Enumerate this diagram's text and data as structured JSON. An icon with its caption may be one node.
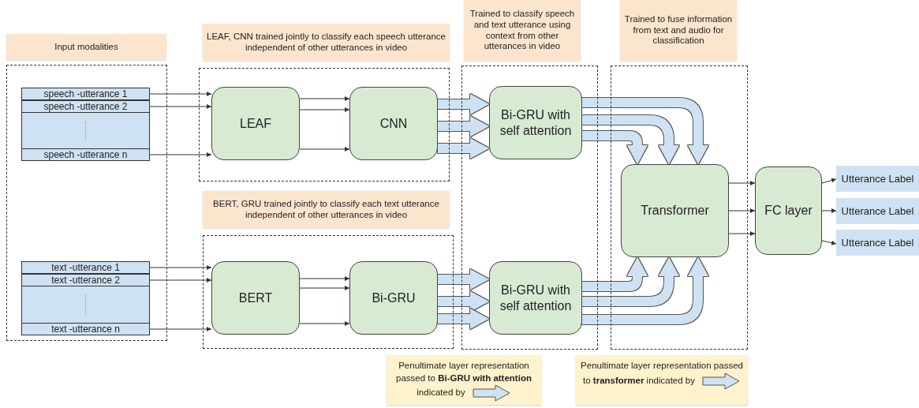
{
  "diagram": {
    "nodes": [
      {
        "text": [
          "Input modalities"
        ]
      },
      {
        "text": [],
        "shape": "box"
      },
      {
        "text": [
          "speech -utterance 1"
        ],
        "in": 1
      },
      {
        "text": [
          "speech -utterance 2"
        ],
        "in": 1
      },
      {
        "text": [],
        "shape": "box",
        "in": 1
      },
      {
        "text": [
          "speech -utterance n"
        ],
        "in": 1
      },
      {
        "text": [
          "text -utterance 1"
        ],
        "in": 1
      },
      {
        "text": [
          "text -utterance 2"
        ],
        "in": 1
      },
      {
        "text": [],
        "shape": "box",
        "in": 1
      },
      {
        "text": [
          "text -utterance n"
        ],
        "in": 1
      },
      {
        "text": [
          "LEAF, CNN trained jointly to classify each speech utterance independent of other utterances in video"
        ]
      },
      {
        "text": [],
        "shape": "box"
      },
      {
        "text": [
          "LEAF"
        ],
        "in": 11
      },
      {
        "text": [
          "CNN"
        ],
        "in": 11
      },
      {
        "text": [
          "BERT, GRU trained jointly to classify each text utterance independent of other utterances in video"
        ]
      },
      {
        "text": [],
        "shape": "box"
      },
      {
        "text": [
          "BERT"
        ],
        "in": 15
      },
      {
        "text": [
          "Bi-GRU"
        ],
        "in": 15
      },
      {
        "text": [
          "Trained to classify speech and text utterance using context from other utterances in video"
        ]
      },
      {
        "text": [],
        "shape": "box"
      },
      {
        "text": [
          "Bi-GRU with self attention"
        ],
        "in": 19
      },
      {
        "text": [
          "Bi-GRU with self attention"
        ],
        "in": 19
      },
      {
        "text": [
          "Trained to fuse information from text and audio for classification"
        ]
      },
      {
        "text": [],
        "shape": "box"
      },
      {
        "text": [
          "Transformer"
        ],
        "in": 23
      },
      {
        "text": [
          "FC layer"
        ]
      },
      {
        "text": [
          "Utterance Label"
        ]
      },
      {
        "text": [
          "Utterance Label"
        ]
      },
      {
        "text": [
          "Utterance Label"
        ]
      }
    ],
    "edges": [
      {
        "from": 2,
        "to": 12,
        "arrow": "to"
      },
      {
        "from": 3,
        "to": 12,
        "arrow": "to"
      },
      {
        "from": 5,
        "to": 12,
        "arrow": "to"
      },
      {
        "from": 12,
        "to": 13,
        "arrow": "to"
      },
      {
        "from": 12,
        "to": 13,
        "arrow": "to"
      },
      {
        "from": 12,
        "to": 13,
        "arrow": "to"
      },
      {
        "from": 13,
        "to": 20,
        "arrow": "to",
        "style": "thick",
        "color": "#cfe2f3"
      },
      {
        "from": 13,
        "to": 20,
        "arrow": "to",
        "style": "thick",
        "color": "#cfe2f3"
      },
      {
        "from": 13,
        "to": 20,
        "arrow": "to",
        "style": "thick",
        "color": "#cfe2f3"
      },
      {
        "from": 6,
        "to": 16,
        "arrow": "to"
      },
      {
        "from": 7,
        "to": 16,
        "arrow": "to"
      },
      {
        "from": 9,
        "to": 16,
        "arrow": "to"
      },
      {
        "from": 16,
        "to": 17,
        "arrow": "to"
      },
      {
        "from": 16,
        "to": 17,
        "arrow": "to"
      },
      {
        "from": 16,
        "to": 17,
        "arrow": "to"
      },
      {
        "from": 17,
        "to": 21,
        "arrow": "to",
        "style": "thick",
        "color": "#cfe2f3"
      },
      {
        "from": 17,
        "to": 21,
        "arrow": "to",
        "style": "thick",
        "color": "#cfe2f3"
      },
      {
        "from": 17,
        "to": 21,
        "arrow": "to",
        "style": "thick",
        "color": "#cfe2f3"
      },
      {
        "from": 20,
        "to": 24,
        "arrow": "to",
        "style": "thick",
        "color": "#cfe2f3"
      },
      {
        "from": 20,
        "to": 24,
        "arrow": "to",
        "style": "thick",
        "color": "#cfe2f3"
      },
      {
        "from": 20,
        "to": 24,
        "arrow": "to",
        "style": "thick",
        "color": "#cfe2f3"
      },
      {
        "from": 21,
        "to": 24,
        "arrow": "to",
        "style": "thick",
        "color": "#cfe2f3"
      },
      {
        "from": 21,
        "to": 24,
        "arrow": "to",
        "style": "thick",
        "color": "#cfe2f3"
      },
      {
        "from": 21,
        "to": 24,
        "arrow": "to",
        "style": "thick",
        "color": "#cfe2f3"
      },
      {
        "from": 24,
        "to": 25,
        "arrow": "to"
      },
      {
        "from": 24,
        "to": 25,
        "arrow": "to"
      },
      {
        "from": 24,
        "to": 25,
        "arrow": "to"
      },
      {
        "from": 25,
        "to": 26,
        "arrow": "to"
      },
      {
        "from": 25,
        "to": 27,
        "arrow": "to"
      },
      {
        "from": 25,
        "to": 28,
        "arrow": "to"
      }
    ],
    "legend": [
      {
        "text": "Penultimate layer representation passed to **Bi-GRU with attention** indicated by"
      },
      {
        "text": "Penultimate layer representation passed to **transformer** indicated by"
      }
    ]
  }
}
